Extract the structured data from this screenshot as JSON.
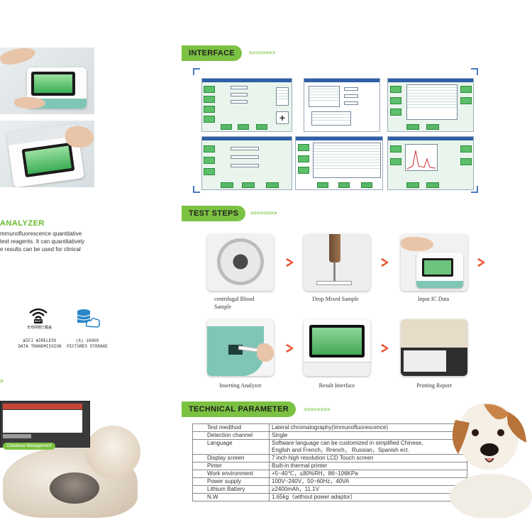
{
  "left": {
    "analyzer_title": "ANALYZER",
    "analyzer_desc": [
      "mmunofluorescence quantitative",
      "test reagents. It can quantitatively",
      "e results can be used for clinical"
    ],
    "features": [
      {
        "icon": "wifi-icon",
        "wifi_badge": "Wi-Fi",
        "small_text": "无线网络已覆盖",
        "caption": [
          "WIFI WIRELESS",
          "DATA TRANSMISSION"
        ]
      },
      {
        "icon": "cloud-storage-icon",
        "caption": [
          "(6) 10000",
          "PICTURES STORAGE"
        ]
      }
    ],
    "arrow_mark": ">",
    "database_label": "Database Management"
  },
  "interface": {
    "title": "INTERFACE",
    "chevrons": ">>>>>>>>"
  },
  "test_steps": {
    "title": "TEST STEPS",
    "chevrons": ">>>>>>>>",
    "steps": [
      {
        "caption": [
          "centrifugal Blood",
          "Sample"
        ]
      },
      {
        "caption": [
          "Drop Mixed Sample"
        ]
      },
      {
        "caption": [
          "Input IC Data"
        ]
      },
      {
        "caption": [
          "Inserting Analyzer"
        ]
      },
      {
        "caption": [
          "Result Interface"
        ]
      },
      {
        "caption": [
          "Printing Report"
        ]
      }
    ],
    "arrow_color": "#e8502a"
  },
  "technical": {
    "title": "TECHNICAL PARAMETER",
    "chevrons": ">>>>>>>>",
    "rows": [
      {
        "key": "Test medthod",
        "value": [
          "Lateral chromatography(Immunofluorescence)"
        ]
      },
      {
        "key": "Detection channel",
        "value": [
          "Single"
        ]
      },
      {
        "key": "Language",
        "value": [
          "Software language can be customized in simplified Chinese,",
          "English and French，Rrench， Russian，Spanish ect."
        ]
      },
      {
        "key": "Display screen",
        "value": [
          "7 inch high resolution LCD Touch screen"
        ]
      },
      {
        "key": "Pinter",
        "value": [
          "Built-in thermal printer"
        ]
      },
      {
        "key": "Work environment",
        "value": [
          "+5~40℃，≤80%RH，86~106KPa"
        ]
      },
      {
        "key": "Power supply",
        "value": [
          "100V~240V，50~60Hz，40VA"
        ]
      },
      {
        "key": "Lithium Battery",
        "value": [
          "≥2400mAh，11.1V"
        ]
      },
      {
        "key": "N.W",
        "value": [
          "1.65kg（without power adaptor）"
        ]
      }
    ]
  },
  "colors": {
    "brand_green": "#7cc242",
    "screen_green": "#5cbf6a",
    "window_bar": "#2f5fa8",
    "bracket_blue": "#4a78c2"
  }
}
